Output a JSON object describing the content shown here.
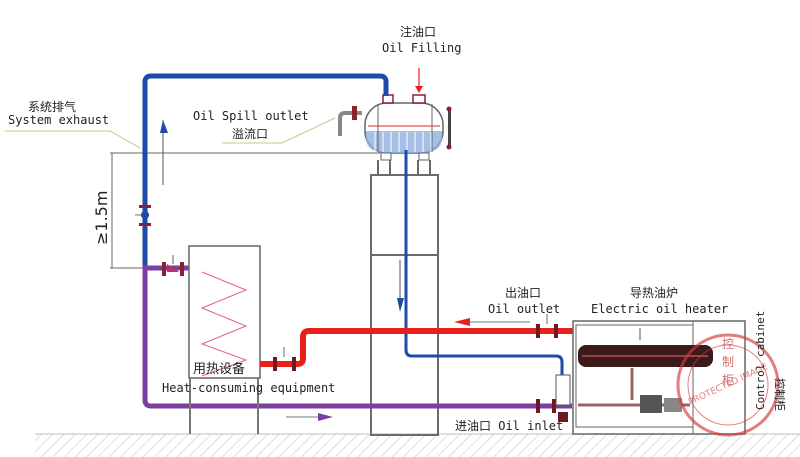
{
  "diagram": {
    "title": "Electric oil heater system installation diagram",
    "colors": {
      "hot_oil": "#e8201c",
      "return_oil": "#7a3fa0",
      "exhaust_line": "#1f4aa8",
      "structure": "#6b6b6b",
      "leader_line": "#b8cf8a",
      "oil_level": "#8fb0e0",
      "watermark": "#d43a3a"
    },
    "labels": {
      "oil_filling_cn": "注油口",
      "oil_filling_en": "Oil Filling",
      "system_exhaust_cn": "系统排气",
      "system_exhaust_en": "System exhaust",
      "oil_spill_en": "Oil Spill outlet",
      "oil_spill_cn": "溢流口",
      "height_requirement": "≥1.5m",
      "heat_consuming_cn": "用热设备",
      "heat_consuming_en": "Heat-consuming equipment",
      "oil_outlet_cn": "出油口",
      "oil_outlet_en": "Oil outlet",
      "heater_cn": "导热油炉",
      "heater_en": "Electric oil heater",
      "oil_inlet": "进油口 Oil inlet",
      "control_cabinet_en": "Control cabinet",
      "control_cabinet_cn": "控制柜",
      "cabinet_vertical_cn": [
        "控",
        "制",
        "柜"
      ]
    },
    "watermark": {
      "text": "PROTECTED IMAGE"
    }
  }
}
